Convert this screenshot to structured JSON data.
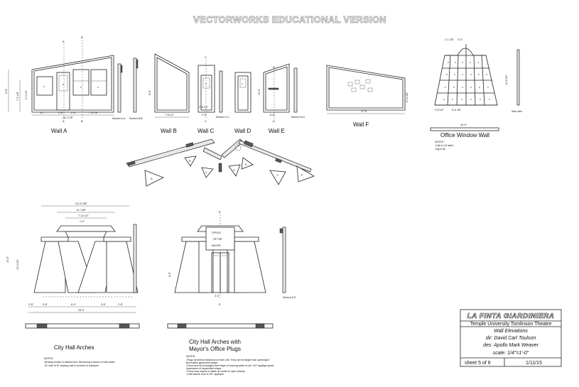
{
  "watermark": "VECTORWORKS EDUCATIONAL VERSION",
  "wall_labels": {
    "wall_a": "Wall A",
    "wall_b": "Wall B",
    "wall_c": "Wall C",
    "wall_d": "Wall D",
    "wall_e": "Wall E",
    "wall_f": "Wall F",
    "office_window_wall": "Office Window Wall",
    "city_hall_arches": "City Hall Arches",
    "city_hall_arches_plugs_line1": "City Hall Arches with",
    "city_hall_arches_plugs_line2": "Mayor's Office Plugs"
  },
  "section_markers": {
    "a": "A",
    "b": "B",
    "c": "C",
    "d": "D",
    "e": "E",
    "f": "F",
    "section_aa": "Section A-A",
    "section_bb": "Section B-B",
    "section_cc": "Section C-C",
    "section_dd": "Section D-D",
    "section_ee": "Section E-E",
    "side_view": "Side view"
  },
  "sign_text": {
    "office": "OFFICE",
    "of_the": "OF THE",
    "mayor": "MAYOR"
  },
  "dimensions": {
    "wall_a_width": "16'-3 7/8\"",
    "wall_a_door": "2'-8\"",
    "wall_a_segments": [
      "3'-7\"",
      "2'-8\"",
      "2'-4\"",
      "7'-6 7/8\""
    ],
    "wall_a_height_total": "9'-8\"",
    "wall_a_height_sub": "7'-2 1/8\"",
    "wall_a_height_door": "6'-4 1/2\"",
    "wall_b_width": "7'-6 1/2\"",
    "wall_b_height": "8'-6\"",
    "wall_c_width": "2'-8 1/4\"",
    "wall_c_door": "2'-0\"",
    "wall_e_width": "6'-6\"",
    "wall_e_height": "10'-0\"",
    "wall_f_width": "17'-6\"",
    "wall_f_height": "6'-11 5/8\"",
    "office_top": "2'-1 1/8\"",
    "office_top2": "2'-0\"",
    "office_bottom_left": "3'-6 1/2\"",
    "office_bottom_right": "5'-6 7/8\"",
    "office_height": "14'-8 3/4\"",
    "office_plan_width": "16'-0\"",
    "arch_top": "15'-10 3/8\"",
    "arch_inner": "8'-7 3/8\"",
    "arch_inner2": "7'-10 1/2\"",
    "arch_inner3": "1'-0\"",
    "arch_height": "10'-0\"",
    "arch_sub_height": "12'-3 3/4\"",
    "arch_segments": [
      "2'-8\"",
      "3'-6\"",
      "6'-0\"",
      "3'-6\"",
      "2'-8\""
    ],
    "arch_total": "25'-0\"",
    "plug_door": "3'-0\"",
    "plug_height": "8'-0\""
  },
  "notes_office": {
    "title": "NOTES:",
    "lines": [
      "-Unit is 1x2 steel.",
      "-Rig to fly."
    ]
  },
  "notes_arches": {
    "title": "NOTES:",
    "lines": [
      "-Bracing shown in dashed line. All bracing is faced on both sides.",
      "-SL side of SL bracing wall is covered in duvetyne."
    ]
  },
  "notes_plugs": {
    "title": "NOTES:",
    "lines": [
      "-Plugs sit behind thickness of main unit. They can be larger than openings if",
      " this makes placement easier.",
      "-Doors are full rectangles that hinge on bracing walls of unit. 3/4\" applique gives",
      " impression of trapezoidal shape.",
      "-Doors may require a caster at center to open cleanly.",
      "-Lintel above door is 3/4\" applique."
    ]
  },
  "title_block": {
    "production": "LA FINTA GIARDINIERA",
    "venue": "Temple University Tomlinson Theatre",
    "drawing_title": "Wall Elevations",
    "director": "dir: David Carl Toulson",
    "designer": "des:  Apollo Mark Weaver",
    "scale": "scale: 1/4\"=1'-0\"",
    "sheet": "sheet 5 of 6",
    "date": "1/11/15"
  }
}
